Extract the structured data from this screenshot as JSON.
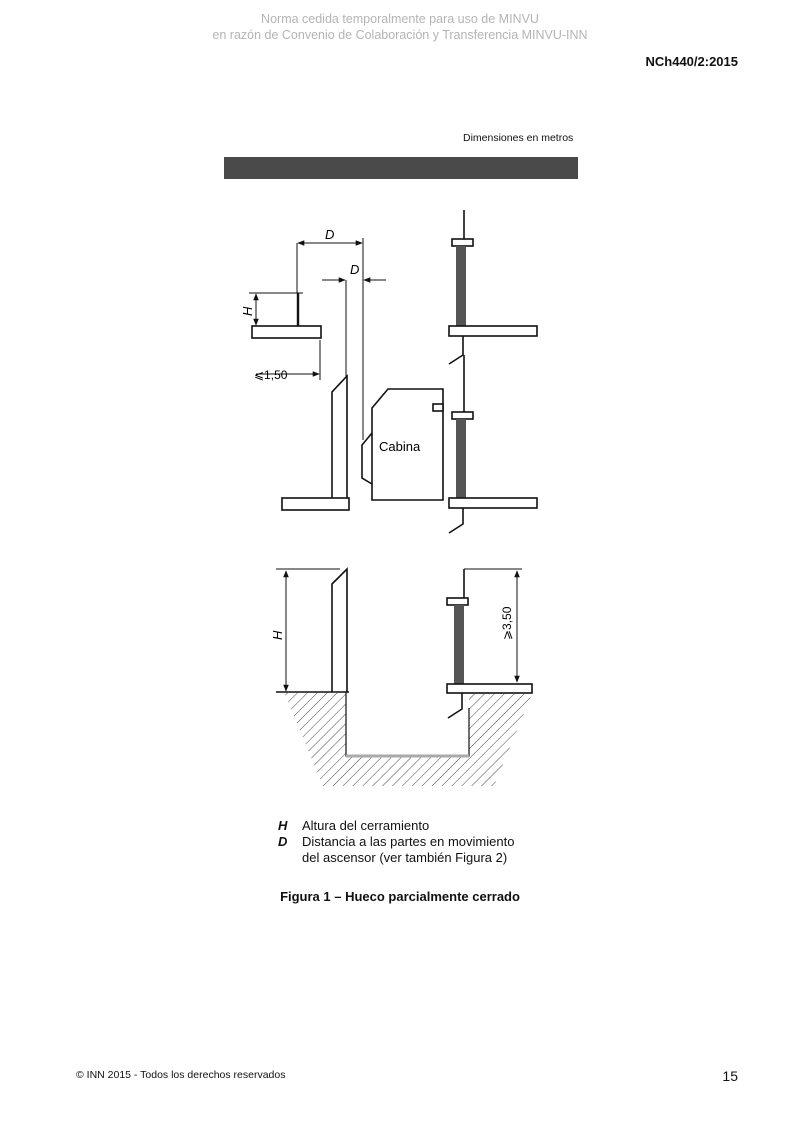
{
  "watermark": {
    "line1": "Norma cedida temporalmente para uso de MINVU",
    "line2": "en razón de Convenio de Colaboración y Transferencia MINVU-INN"
  },
  "header": {
    "doc_code": "NCh440/2:2015"
  },
  "figure": {
    "units_note": "Dimensiones en metros",
    "labels": {
      "d_upper": "D",
      "d_lower": "D",
      "h_upper": "H",
      "dim_150": "⩽1,50",
      "cabin": "Cabina",
      "h_lower": "H",
      "dim_350": "⩾3,50"
    },
    "legend": [
      {
        "symbol": "H",
        "text": "Altura del cerramiento"
      },
      {
        "symbol": "D",
        "text": "Distancia a las partes en movimiento",
        "text2": "del ascensor (ver también Figura 2)"
      }
    ],
    "caption": "Figura 1 – Hueco parcialmente cerrado"
  },
  "footer": {
    "copyright": "© INN 2015 - Todos los derechos reservados",
    "page_number": "15"
  }
}
